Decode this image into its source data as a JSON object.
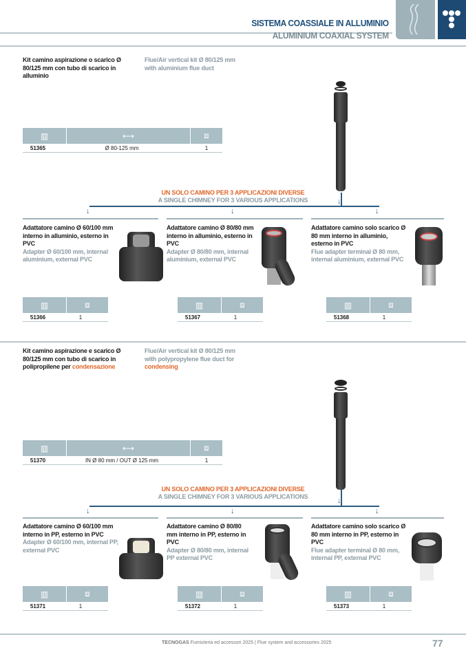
{
  "header": {
    "title": "SISTEMA COASSIALE IN ALLUMINIO",
    "subtitle": "ALUMINIUM COAXIAL SYSTEM",
    "icons": [
      "smoke-icon",
      "tecnogas-logo-icon"
    ]
  },
  "table_icons": {
    "code": "barcode-search-icon",
    "size": "measure-ruler-icon",
    "qty": "open-box-icon"
  },
  "colors": {
    "blue": "#1d4a73",
    "gray": "#9fb2ba",
    "orange": "#e0672b",
    "table_header": "#a9bec5"
  },
  "section1": {
    "title_it": "Kit camino aspirazione o scarico Ø 80/125 mm con tubo di scarico in alluminio",
    "title_en": "Flue/Air vertical kit Ø 80/125 mm with aluminium flue duct",
    "table": {
      "code": "51365",
      "size": "Ø 80-125 mm",
      "qty": "1"
    },
    "message_it": "UN SOLO CAMINO PER 3 APPLICAZIONI DIVERSE",
    "message_en": "A SINGLE CHIMNEY FOR 3 VARIOUS APPLICATIONS",
    "products": [
      {
        "it": "Adattatore camino Ø 60/100 mm interno in alluminio, esterno in PVC",
        "en": "Adapter Ø 60/100 mm, internal aluminium, external PVC",
        "code": "51366",
        "qty": "1"
      },
      {
        "it": "Adattatore camino Ø 80/80 mm interno in alluminio, esterno in PVC",
        "en": "Adapter Ø 80/80 mm, internal aluminium, external PVC",
        "code": "51367",
        "qty": "1"
      },
      {
        "it": "Adattatore camino solo scarico Ø 80 mm interno in alluminio, esterno in PVC",
        "en": "Flue adapter terminal Ø 80 mm, internal aluminium, external PVC",
        "code": "51368",
        "qty": "1"
      }
    ]
  },
  "section2": {
    "title_it": "Kit camino aspirazione e scarico Ø 80/125 mm con tubo di scarico in polipropilene per ",
    "title_it_highlight": "condensazione",
    "title_en": "Flue/Air vertical kit Ø 80/125 mm with polypropylene flue duct for ",
    "title_en_highlight": "condensing",
    "table": {
      "code": "51370",
      "size": "IN Ø 80 mm / OUT Ø 125 mm",
      "qty": "1"
    },
    "message_it": "UN SOLO CAMINO PER 3 APPLICAZIONI DIVERSE",
    "message_en": "A SINGLE CHIMNEY FOR 3 VARIOUS APPLICATIONS",
    "products": [
      {
        "it": "Adattatore camino Ø 60/100 mm interno in PP, esterno in PVC",
        "en": "Adapter Ø 60/100 mm, internal PP, external PVC",
        "code": "51371",
        "qty": "1"
      },
      {
        "it": "Adattatore camino Ø 80/80 mm interno in PP, esterno in PVC",
        "en": "Adapter Ø 80/80 mm, internal PP external PVC",
        "code": "51372",
        "qty": "1"
      },
      {
        "it": "Adattatore camino solo scarico Ø 80 mm interno in PP, esterno in PVC",
        "en": "Flue adapter terminal Ø 80 mm, internal PP, external PVC",
        "code": "51373",
        "qty": "1"
      }
    ]
  },
  "footer": {
    "brand": "TECNOGAS",
    "text": " Fumisteria ed accessori 2025 | Flue system and accessories 2025",
    "page": "77"
  }
}
